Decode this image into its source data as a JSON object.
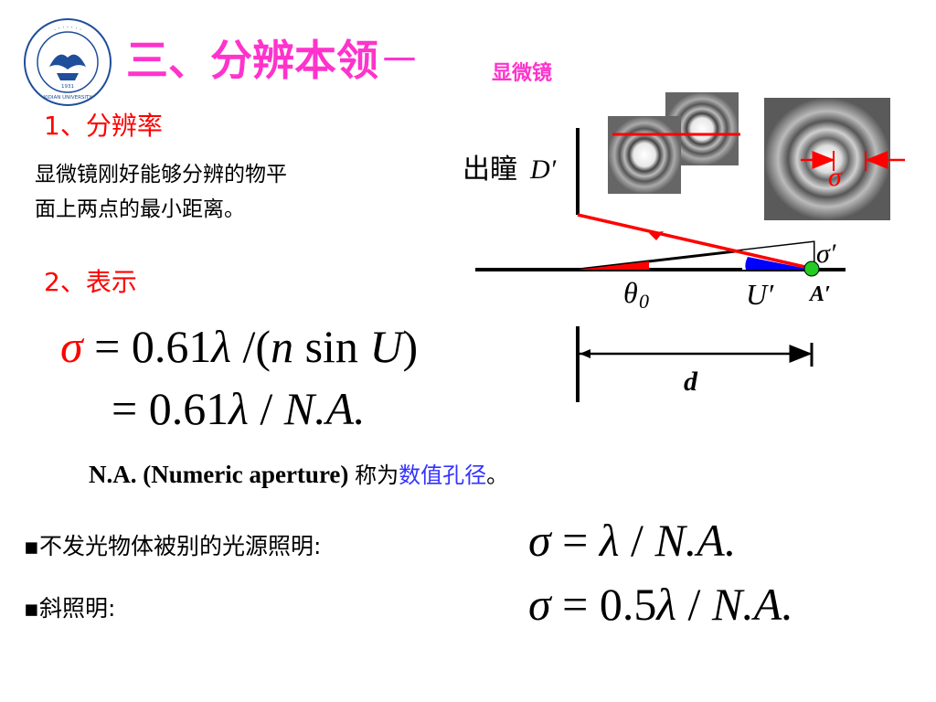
{
  "logo": {
    "university_text": "XIDIAN UNIVERSITY",
    "year": "1931"
  },
  "title": {
    "main": "三、分辨本领",
    "dash": "－",
    "sub": "显微镜"
  },
  "section1": {
    "heading": "1、分辨率",
    "text_line1": "显微镜刚好能够分辨的物平",
    "text_line2": "面上两点的最小距离。"
  },
  "section2": {
    "heading": "2、表示"
  },
  "formula1": {
    "sigma": "σ",
    "eq": "=",
    "coef": "0.61",
    "lambda": "λ",
    "div": "/(",
    "n": "n",
    "sin": "sin",
    "U": "U",
    "close": ")"
  },
  "formula2": {
    "eq": "=",
    "coef": "0.61",
    "lambda": "λ",
    "div": "/",
    "na": "N.A."
  },
  "na_note": {
    "abbr": "N.A. (Numeric aperture)",
    "called": "称为",
    "term": "数值孔径",
    "end": "。"
  },
  "bullet1": {
    "text": "▪不发光物体被别的光源照明:",
    "sigma": "σ",
    "eq": "=",
    "lambda": "λ",
    "div": "/",
    "na": "N.A."
  },
  "bullet2": {
    "text": "▪斜照明:",
    "sigma": "σ",
    "eq": "=",
    "coef": "0.5",
    "lambda": "λ",
    "div": "/",
    "na": "N.A."
  },
  "diagram": {
    "pupil_label": "出瞳",
    "pupil_symbol": "D′",
    "theta": "θ",
    "theta_sub": "0",
    "U_prime": "U′",
    "A_prime": "A′",
    "sigma_prime": "σ′",
    "sigma": "σ",
    "d": "d",
    "colors": {
      "ray": "#ff0000",
      "theta_wedge": "#ff0000",
      "U_wedge": "#0000ff",
      "point": "#22cc22"
    }
  }
}
